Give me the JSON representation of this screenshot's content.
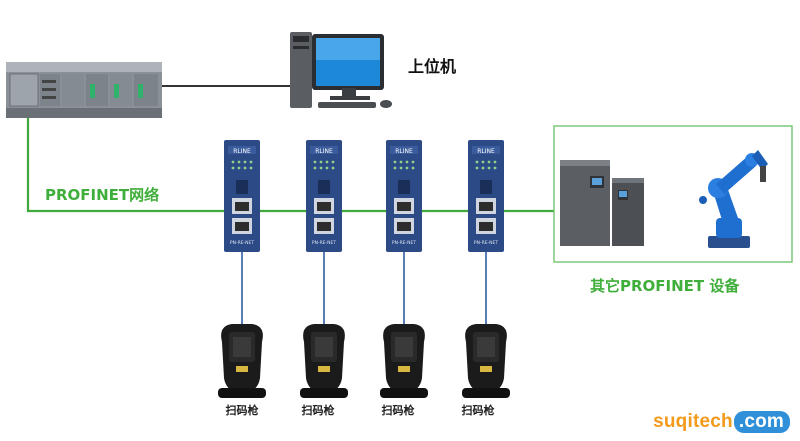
{
  "labels": {
    "host_pc": "上位机",
    "network": "PROFINET网络",
    "other_devices": "其它PROFINET 设备",
    "scanner": "扫码枪"
  },
  "gateway": {
    "brand": "RLINE",
    "model": "PN-RE-NET"
  },
  "watermark": {
    "part1": "suqitech",
    "part2": ".com"
  },
  "colors": {
    "network_line": "#41a83b",
    "frame_border": "#7cc878",
    "label_green": "#3fae3a",
    "device_blue": "#2b4a86",
    "scanner_body": "#1b1b1b",
    "robot": "#1f6fd1",
    "watermark_orange": "#f29a1a",
    "watermark_blue": "#2f8fd8"
  },
  "icons": [
    "plc-icon",
    "computer-icon",
    "gateway-icon",
    "barcode-scanner-icon",
    "cabinet-icon",
    "robot-arm-icon"
  ]
}
